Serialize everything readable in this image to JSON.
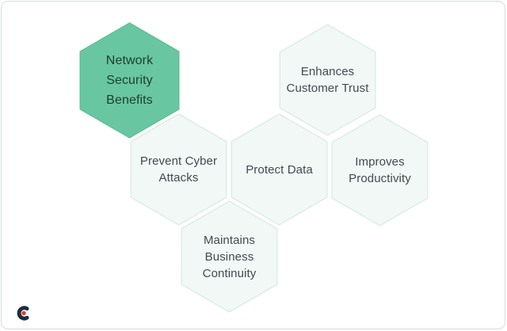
{
  "diagram": {
    "type": "hexagon-honeycomb-infographic",
    "topic": "Network Security Benefits",
    "benefits": [
      "Enhances Customer Trust",
      "Prevent Cyber Attacks",
      "Protect Data",
      "Improves Productivity",
      "Maintains Business Continuity"
    ]
  },
  "hexagons": [
    {
      "id": "network-security-benefits",
      "label": "Network\nSecurity\nBenefits",
      "variant": "primary"
    },
    {
      "id": "enhances-customer-trust",
      "label": "Enhances\nCustomer Trust",
      "variant": "light"
    },
    {
      "id": "prevent-cyber-attacks",
      "label": "Prevent Cyber\nAttacks",
      "variant": "light"
    },
    {
      "id": "protect-data",
      "label": "Protect Data",
      "variant": "light"
    },
    {
      "id": "improves-productivity",
      "label": "Improves\nProductivity",
      "variant": "light"
    },
    {
      "id": "maintains-business-continuity",
      "label": "Maintains\nBusiness\nContinuity",
      "variant": "light"
    }
  ],
  "colors": {
    "primary_hex_fill": "#68c7a0",
    "primary_hex_stroke": "#5fbf98",
    "primary_hex_text": "#1f3b33",
    "light_hex_fill": "#f1f8f5",
    "light_hex_stroke": "#ddece5",
    "light_hex_text": "#424a50",
    "card_border": "#d9dddd",
    "logo_navy": "#1b2e3f",
    "logo_red": "#e23b2e"
  },
  "branding": {
    "logo": "c-mark-logo"
  }
}
